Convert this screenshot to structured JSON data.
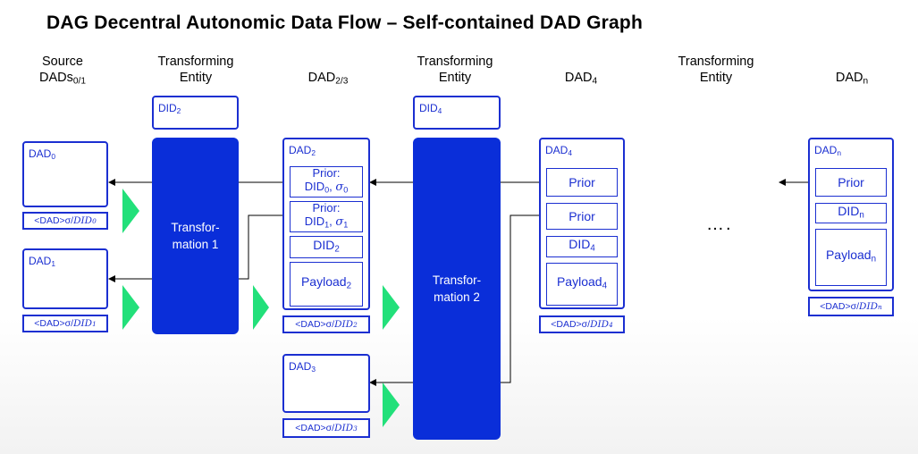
{
  "title": "DAG Decentral Autonomic Data Flow – Self-contained DAD Graph",
  "columns": {
    "source": {
      "line1": "Source",
      "base": "DADs",
      "sub": "0/1"
    },
    "t1": {
      "line1": "Transforming",
      "line2": "Entity"
    },
    "dad23": {
      "base": "DAD",
      "sub": "2/3"
    },
    "t2": {
      "line1": "Transforming",
      "line2": "Entity"
    },
    "dad4": {
      "base": "DAD",
      "sub": "4"
    },
    "t3": {
      "line1": "Transforming",
      "line2": "Entity"
    },
    "dadn": {
      "base": "DAD",
      "sub": "n"
    }
  },
  "labels": {
    "dad": "DAD",
    "did": "DID",
    "prior": "Prior",
    "prior_colon": "Prior:",
    "payload": "Payload",
    "sigma": "σ",
    "sig_prefix": "<DAD>σ/",
    "did_ital": "DID",
    "sep": ", "
  },
  "subs": {
    "s0": "0",
    "s1": "1",
    "s2": "2",
    "s3": "3",
    "s4": "4",
    "sn": "n"
  },
  "transforms": {
    "t1": {
      "line1": "Transfor-",
      "line2": "mation 1"
    },
    "t2": {
      "line1": "Transfor-",
      "line2": "mation 2"
    }
  },
  "ellipsis": "….",
  "colors": {
    "blue": "#1b2fd1",
    "transform": "#0a2ed9",
    "arrow_fill": "#22e07a"
  }
}
